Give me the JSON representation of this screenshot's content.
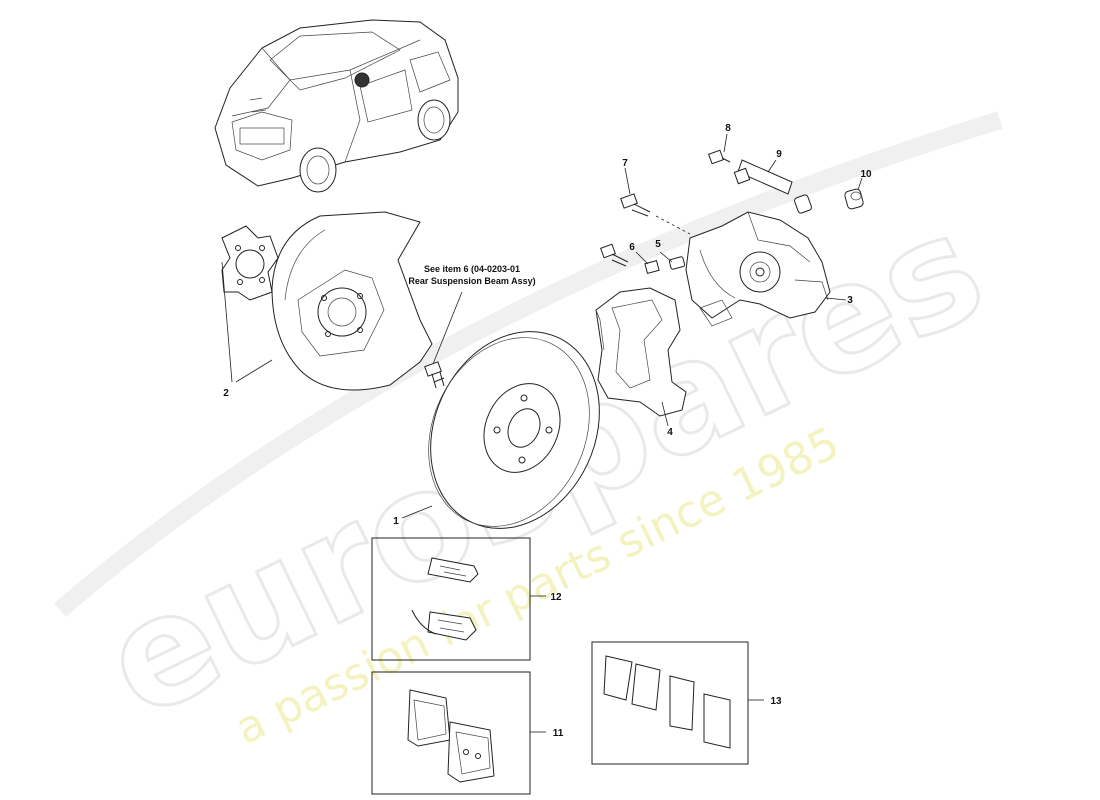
{
  "watermark": {
    "brand": "eurospares",
    "tagline": "a passion for parts since 1985"
  },
  "note": {
    "line1": "See item 6 (04-0203-01",
    "line2": "Rear Suspension Beam Assy)"
  },
  "callouts": [
    {
      "id": "1",
      "label": "1"
    },
    {
      "id": "2",
      "label": "2"
    },
    {
      "id": "3",
      "label": "3"
    },
    {
      "id": "4",
      "label": "4"
    },
    {
      "id": "5",
      "label": "5"
    },
    {
      "id": "6",
      "label": "6"
    },
    {
      "id": "7",
      "label": "7"
    },
    {
      "id": "8",
      "label": "8"
    },
    {
      "id": "9",
      "label": "9"
    },
    {
      "id": "10",
      "label": "10"
    },
    {
      "id": "11",
      "label": "11"
    },
    {
      "id": "12",
      "label": "12"
    },
    {
      "id": "13",
      "label": "13"
    }
  ]
}
